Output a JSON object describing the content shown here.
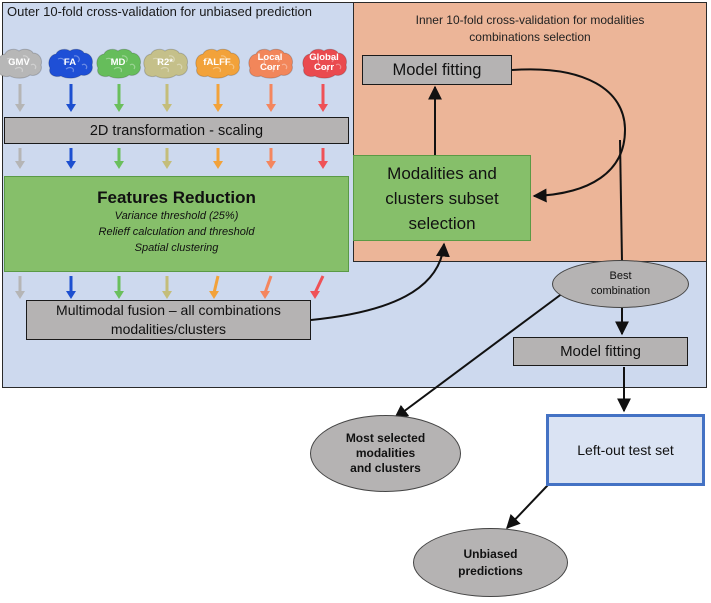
{
  "outer_panel": {
    "title": "Outer 10-fold cross-validation for unbiased prediction"
  },
  "inner_panel": {
    "title_line1": "Inner 10-fold cross-validation for modalities",
    "title_line2": "combinations selection"
  },
  "modalities": [
    {
      "label_line1": "GMV",
      "label_line2": "",
      "color": "#b7b7b7",
      "arrow_color": "#b5b5b5"
    },
    {
      "label_line1": "FA",
      "label_line2": "",
      "color": "#1e4fd6",
      "arrow_color": "#1c4fd0"
    },
    {
      "label_line1": "MD",
      "label_line2": "",
      "color": "#66bd5b",
      "arrow_color": "#6abf5c"
    },
    {
      "label_line1": "R2*",
      "label_line2": "",
      "color": "#c5c08a",
      "arrow_color": "#c4bd7a"
    },
    {
      "label_line1": "fALFF",
      "label_line2": "",
      "color": "#f2a23a",
      "arrow_color": "#f2a23a"
    },
    {
      "label_line1": "Local",
      "label_line2": "Corr",
      "color": "#f2865a",
      "arrow_color": "#f4865e"
    },
    {
      "label_line1": "Global",
      "label_line2": "Corr",
      "color": "#ea4a4f",
      "arrow_color": "#ef5156"
    }
  ],
  "transform_box": {
    "label": "2D transformation - scaling"
  },
  "reduction_box": {
    "title": "Features Reduction",
    "steps": [
      "Variance threshold (25%)",
      "Relieff calculation and threshold",
      "Spatial clustering"
    ]
  },
  "fusion_box": {
    "line1": "Multimodal fusion – all combinations",
    "line2": "modalities/clusters"
  },
  "model_fitting_inner": {
    "label": "Model fitting"
  },
  "selection_box": {
    "line1": "Modalities and",
    "line2": "clusters subset",
    "line3": "selection"
  },
  "best_combination": {
    "line1": "Best",
    "line2": "combination"
  },
  "model_fitting_outer": {
    "label": "Model fitting"
  },
  "most_selected": {
    "line1": "Most selected",
    "line2": "modalities",
    "line3": "and clusters"
  },
  "test_set": {
    "label": "Left-out test set"
  },
  "unbiased": {
    "line1": "Unbiased",
    "line2": "predictions"
  },
  "colors": {
    "outer_bg": "#cdd9ee",
    "inner_bg": "#ecb598",
    "green": "#86bf6a",
    "gray": "#b5b3b3",
    "test_border": "#4472c4"
  }
}
